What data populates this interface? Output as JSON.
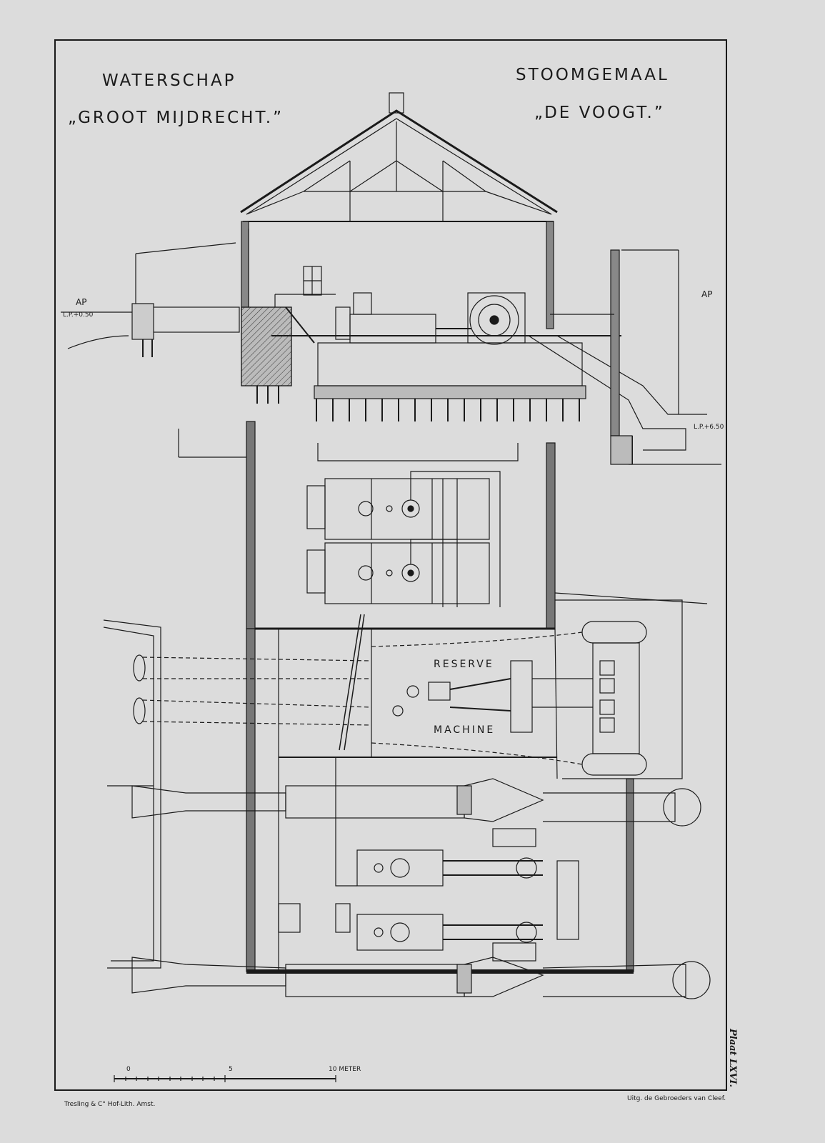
{
  "title_left": {
    "line1": "WATERSCHAP",
    "line2": "„GROOT MIJDRECHT.”"
  },
  "title_right": {
    "line1": "STOOMGEMAAL",
    "line2": "„DE VOOGT.”"
  },
  "section_labels": {
    "level_left": "L.P.+0.50",
    "level_right": "L.P.+6.50",
    "ap_left": "AP",
    "ap_right": "AP"
  },
  "plan_labels": {
    "reserve": "RESERVE",
    "machine": "MACHINE"
  },
  "scale_bar": {
    "tick_0": "0",
    "tick_5": "5",
    "tick_10": "10 METER"
  },
  "plate_number": "Plaat LXVI.",
  "printer": "Tresling & C° Hof-Lith. Amst.",
  "publisher": "Uitg. de Gebroeders van Cleef."
}
